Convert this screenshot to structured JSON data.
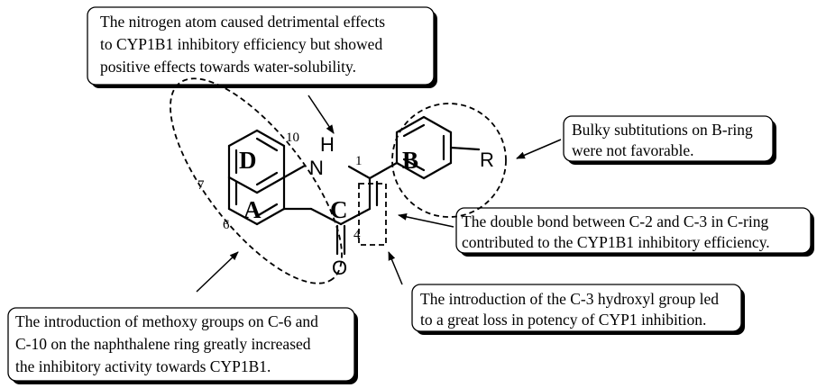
{
  "callouts": {
    "nitrogen": {
      "lines": [
        "The nitrogen atom caused detrimental effects",
        "to CYP1B1 inhibitory efficiency but showed",
        "positive effects  towards water-solubility."
      ]
    },
    "bring": {
      "lines": [
        "Bulky subtitutions on B-ring",
        "were not favorable."
      ]
    },
    "doublebond": {
      "lines": [
        "The double bond between C-2 and C-3 in C-ring",
        "contributed to the CYP1B1 inhibitory efficiency."
      ]
    },
    "hydroxyl": {
      "lines": [
        "The introduction of the C-3 hydroxyl group led",
        "to a great loss in potency of CYP1 inhibition."
      ]
    },
    "methoxy": {
      "lines": [
        "The introduction of methoxy groups on C-6 and",
        "C-10 on the naphthalene ring greatly increased",
        "the inhibitory activity towards CYP1B1."
      ]
    }
  },
  "molecule": {
    "rings": {
      "A": "A",
      "B": "B",
      "C": "C",
      "D": "D"
    },
    "atoms": {
      "nh": "H",
      "n": "N",
      "o": "O",
      "r": "R"
    },
    "positions": {
      "p1": "1",
      "p4": "4",
      "p6": "6",
      "p7": "7",
      "p10": "10"
    }
  }
}
